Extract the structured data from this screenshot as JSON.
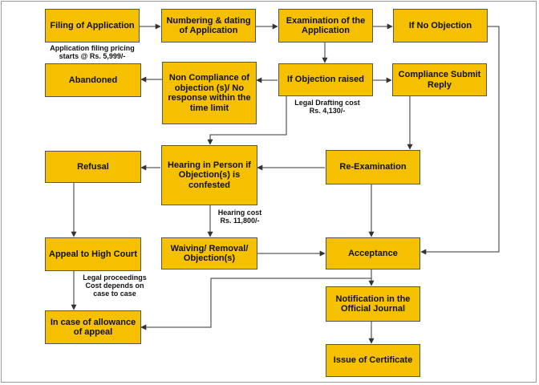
{
  "boxes": {
    "filing": "Filing of Application",
    "numbering": "Numbering & dating of Application",
    "examination": "Examination of the Application",
    "no_objection": "If No Objection",
    "abandoned": "Abandoned",
    "non_compliance": "Non Compliance of objection (s)/ No response within the time limit",
    "objection_raised": "If Objection raised",
    "compliance": "Compliance Submit Reply",
    "refusal": "Refusal",
    "hearing": "Hearing in Person if Objection(s) is confested",
    "reexamination": "Re-Examination",
    "appeal": "Appeal to High Court",
    "waiving": "Waiving/ Removal/ Objection(s)",
    "acceptance": "Acceptance",
    "notification": "Notification in the Official Journal",
    "allowance": "In case of allowance of appeal",
    "certificate": "Issue of Certificate"
  },
  "notes": {
    "filing_cost_1": "Application filing pricing",
    "filing_cost_2": "starts @ Rs. 5,999/-",
    "drafting_cost_1": "Legal Drafting cost",
    "drafting_cost_2": "Rs. 4,130/-",
    "hearing_cost_1": "Hearing cost",
    "hearing_cost_2": "Rs. 11,800/-",
    "legal_1": "Legal proceedings",
    "legal_2": "Cost depends on",
    "legal_3": "case to case"
  },
  "colors": {
    "box_fill": "#f5c000",
    "box_border": "#555555",
    "line": "#333333"
  }
}
